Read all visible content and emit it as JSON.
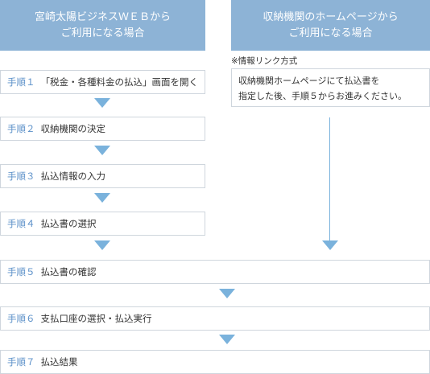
{
  "colors": {
    "header_bg": "#8db3d6",
    "accent": "#7ab2dc",
    "step_number": "#5a8fc8",
    "border": "#cfd6dd"
  },
  "left_header": {
    "line1": "宮崎太陽ビジネスＷＥＢから",
    "line2": "ご利用になる場合"
  },
  "right_header": {
    "line1": "収納機関のホームページから",
    "line2": "ご利用になる場合"
  },
  "right_note": "※情報リンク方式",
  "right_info": {
    "line1": "収納機関ホームページにて払込書を",
    "line2": "指定した後、手順５からお進みください。"
  },
  "steps": [
    {
      "num": "手順１",
      "label": "「税金・各種料金の払込」画面を開く"
    },
    {
      "num": "手順２",
      "label": "収納機関の決定"
    },
    {
      "num": "手順３",
      "label": "払込情報の入力"
    },
    {
      "num": "手順４",
      "label": "払込書の選択"
    },
    {
      "num": "手順５",
      "label": "払込書の確認"
    },
    {
      "num": "手順６",
      "label": "支払口座の選択・払込実行"
    },
    {
      "num": "手順７",
      "label": "払込結果"
    }
  ]
}
